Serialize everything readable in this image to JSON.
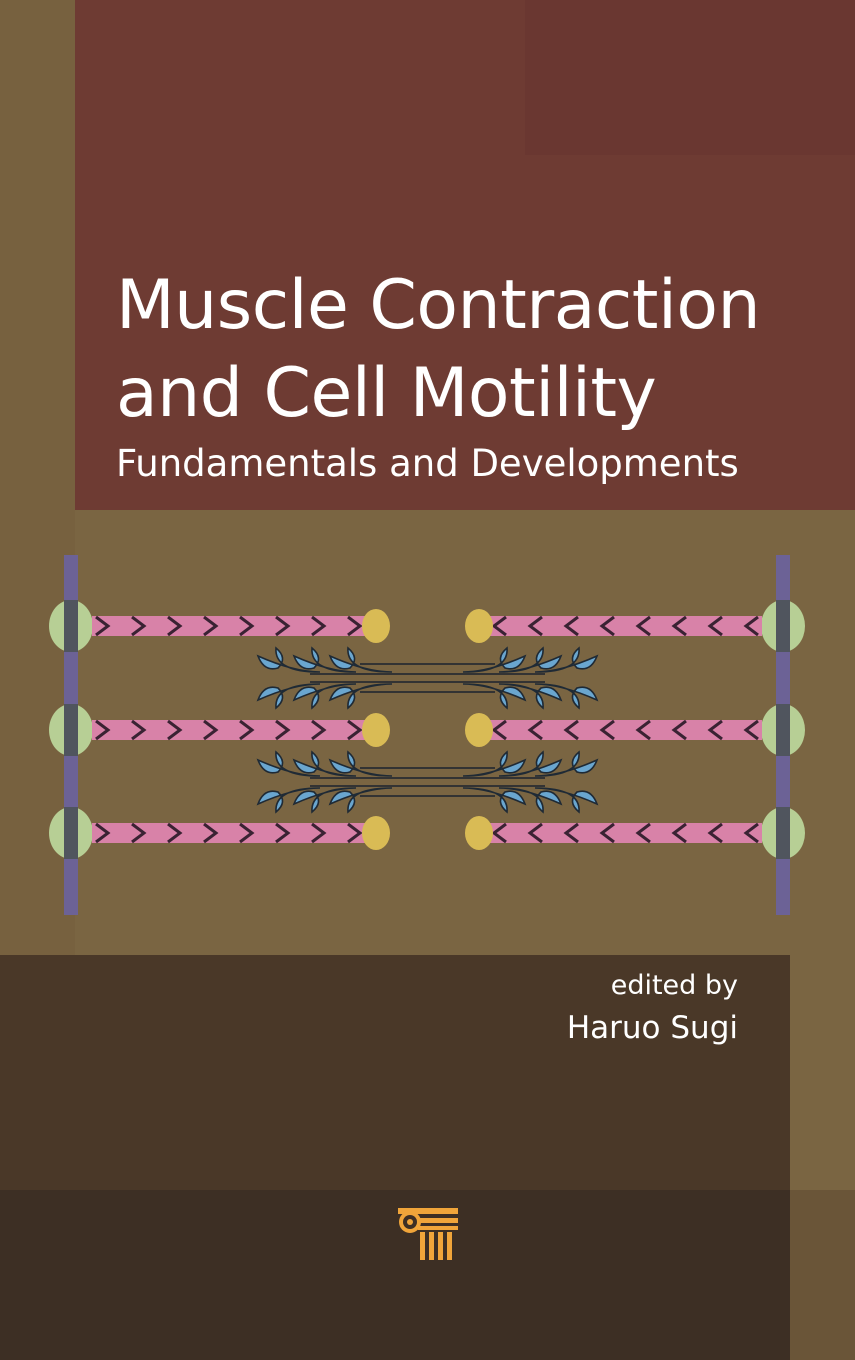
{
  "cover": {
    "title_line1": "Muscle Contraction",
    "title_line2": "and Cell Motility",
    "subtitle": "Fundamentals and Developments",
    "edited_by": "edited by",
    "editor": "Haruo Sugi"
  },
  "colors": {
    "background": "#7a6542",
    "title_block": "#6e3b33",
    "bottom_block": "#4a3828",
    "z_line": "#6c6296",
    "actin": "#d882a8",
    "myosin_head": "#6aa6cf",
    "z_node": "#b7cf95",
    "tropomodulin": "#d9bb55",
    "logo": "#f0a53a"
  }
}
